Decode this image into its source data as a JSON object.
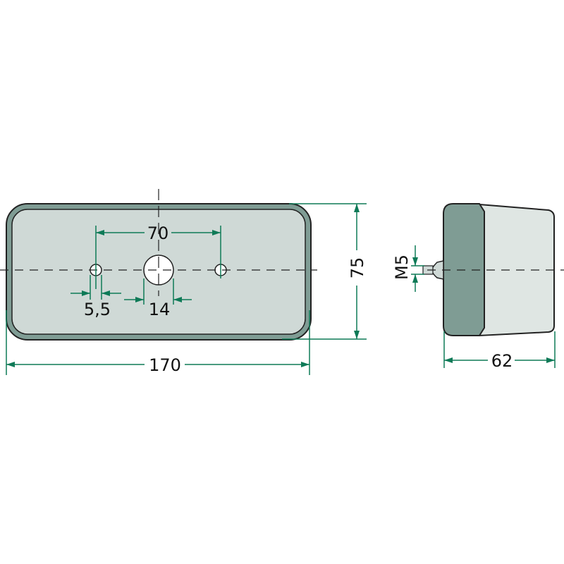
{
  "drawing": {
    "dimensions": {
      "hole_spacing": "70",
      "small_hole_diameter": "5,5",
      "center_hole_diameter": "14",
      "overall_width": "170",
      "overall_height": "75",
      "thread_size": "M5",
      "depth": "62"
    },
    "colors": {
      "dimension_line": "#0e7a57",
      "outline": "#222222",
      "face_fill": "#cfd9d6",
      "bezel_fill": "#7f9c94",
      "housing_fill": "#dfe6e3",
      "background": "#ffffff"
    }
  }
}
